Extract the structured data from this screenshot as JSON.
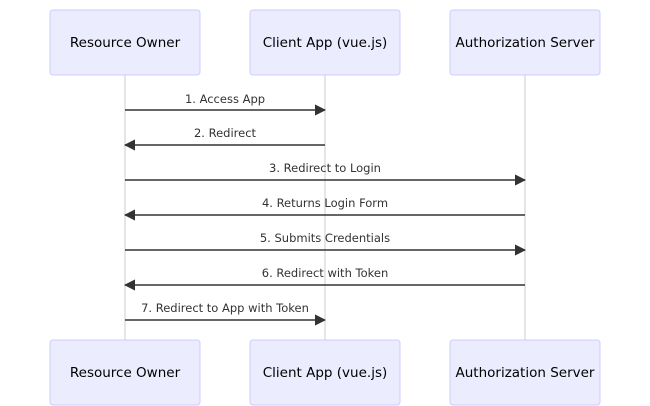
{
  "participants": [
    {
      "id": "owner",
      "label": "Resource Owner"
    },
    {
      "id": "client",
      "label": "Client App (vue.js)"
    },
    {
      "id": "auth",
      "label": "Authorization Server"
    }
  ],
  "messages": [
    {
      "from": "owner",
      "to": "client",
      "label": "1. Access App"
    },
    {
      "from": "client",
      "to": "owner",
      "label": "2. Redirect"
    },
    {
      "from": "owner",
      "to": "auth",
      "label": "3. Redirect to Login"
    },
    {
      "from": "auth",
      "to": "owner",
      "label": "4. Returns Login Form"
    },
    {
      "from": "owner",
      "to": "auth",
      "label": "5. Submits Credentials"
    },
    {
      "from": "auth",
      "to": "owner",
      "label": "6. Redirect with Token"
    },
    {
      "from": "owner",
      "to": "client",
      "label": "7. Redirect to App with Token"
    }
  ],
  "colors": {
    "actor_fill": "#ECECFF",
    "actor_border": "#CCCCFF",
    "lifeline": "#CCCCCC",
    "arrow": "#333333"
  }
}
